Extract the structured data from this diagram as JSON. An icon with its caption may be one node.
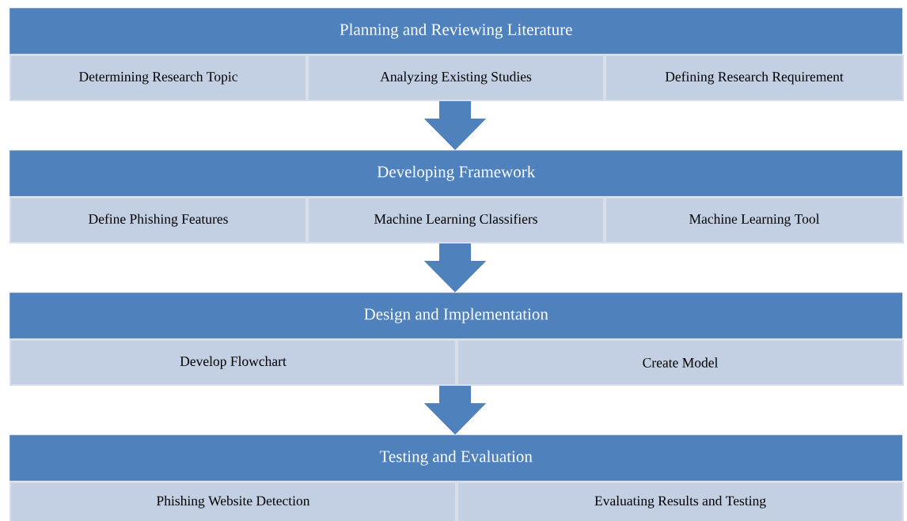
{
  "diagram": {
    "nodes": [
      {
        "text": [
          "Planning and Reviewing Literature"
        ]
      },
      {
        "text": [
          "Determining Research Topic"
        ]
      },
      {
        "text": [
          "Analyzing Existing Studies"
        ]
      },
      {
        "text": [
          "Defining Research Requirement"
        ]
      },
      {
        "text": [
          "Developing Framework"
        ]
      },
      {
        "text": [
          "Define Phishing Features"
        ]
      },
      {
        "text": [
          "Machine Learning Classifiers"
        ]
      },
      {
        "text": [
          "Machine Learning Tool"
        ]
      },
      {
        "text": [
          "Design and Implementation"
        ]
      },
      {
        "text": [
          "Develop Flowchart"
        ]
      },
      {
        "text": [
          "Create Model"
        ]
      },
      {
        "text": [
          "Testing and Evaluation"
        ]
      },
      {
        "text": [
          "Phishing Website Detection"
        ]
      },
      {
        "text": [
          "Evaluating Results and Testing"
        ]
      }
    ],
    "edges": [
      {
        "from": 2,
        "to": 4,
        "arrow": "to"
      },
      {
        "from": 6,
        "to": 8,
        "arrow": "to"
      },
      {
        "from": 9,
        "to": 11,
        "arrow": "to"
      }
    ]
  }
}
